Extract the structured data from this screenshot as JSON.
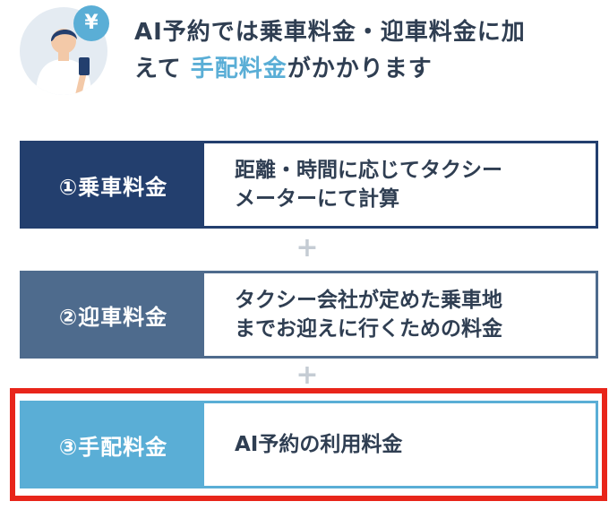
{
  "header": {
    "badge_symbol": "¥",
    "headline_line1": "AI予約では乗車料金・迎車料金に加",
    "headline_line2_prefix": "えて",
    "headline_line2_accent": "手配料金",
    "headline_line2_suffix": "がかかります"
  },
  "fees": [
    {
      "label": "①乗車料金",
      "description": "距離・時間に応じてタクシー\nメーターにて計算"
    },
    {
      "label": "②迎車料金",
      "description": "タクシー会社が定めた乗車地\nまでお迎えに行くための料金"
    },
    {
      "label": "③手配料金",
      "description": "AI予約の利用料金"
    }
  ],
  "operators": [
    "+",
    "+"
  ],
  "colors": {
    "navy": "#233f6e",
    "slate": "#4e6b8d",
    "sky": "#5aaed6",
    "highlight_red": "#e8251a",
    "text": "#2f3e52"
  }
}
